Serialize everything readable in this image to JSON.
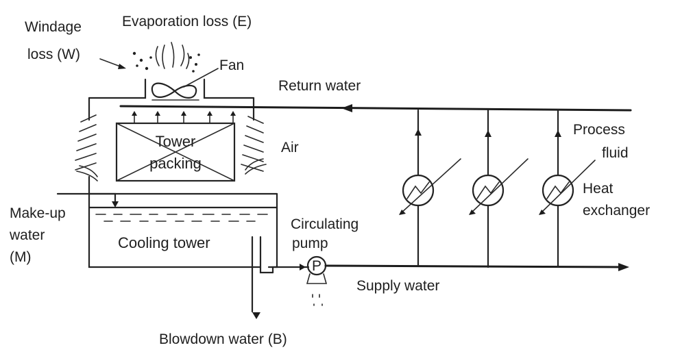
{
  "labels": {
    "windage_loss_line1": "Windage",
    "windage_loss_line2": "loss (W)",
    "evaporation_loss": "Evaporation loss (E)",
    "fan": "Fan",
    "return_water": "Return water",
    "process_fluid_line1": "Process",
    "process_fluid_line2": "fluid",
    "tower_packing_line1": "Tower",
    "tower_packing_line2": "packing",
    "air": "Air",
    "heat_exchanger_line1": "Heat",
    "heat_exchanger_line2": "exchanger",
    "make_up_water_line1": "Make-up",
    "make_up_water_line2": "water",
    "make_up_water_line3": "(M)",
    "circulating_pump_line1": "Circulating",
    "circulating_pump_line2": "pump",
    "cooling_tower": "Cooling tower",
    "pump_symbol": "P",
    "supply_water": "Supply water",
    "blowdown_water": "Blowdown water (B)"
  }
}
